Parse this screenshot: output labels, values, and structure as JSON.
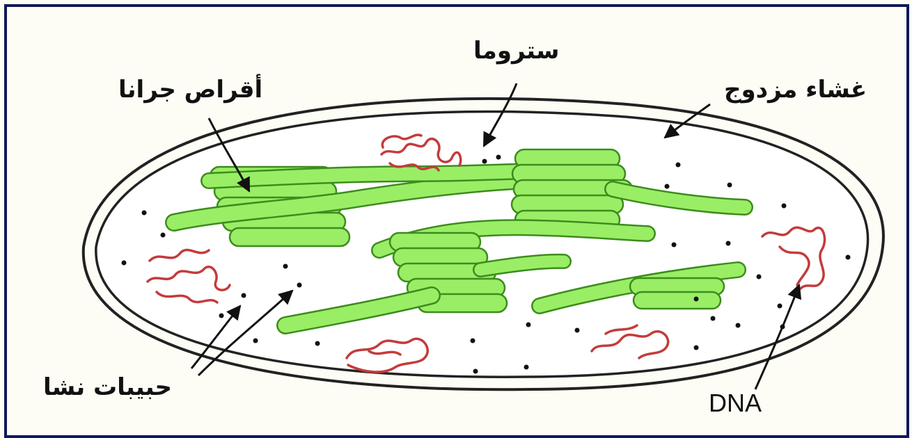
{
  "labels": {
    "stroma": "ستروما",
    "grana": "أقراص جرانا",
    "double_membrane": "غشاء مزدوج",
    "starch_grains": "حبيبات نشا",
    "dna": "DNA"
  },
  "colors": {
    "frame": "#10185a",
    "thylakoid_fill": "#99ee66",
    "thylakoid_stroke": "#3d8c1c",
    "dna": "#c43b3b",
    "membrane": "#222222"
  }
}
